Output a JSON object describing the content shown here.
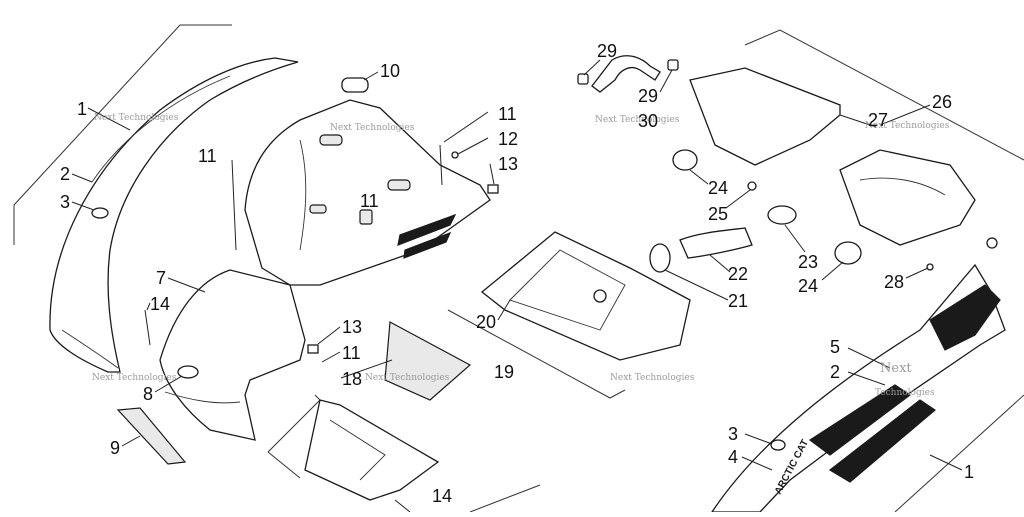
{
  "colors": {
    "line": "#1a1a1a",
    "background": "#ffffff",
    "watermark": "#9a9a9a"
  },
  "callouts": [
    {
      "id": "c1a",
      "text": "1"
    },
    {
      "id": "c2a",
      "text": "2"
    },
    {
      "id": "c3a",
      "text": "3"
    },
    {
      "id": "c7",
      "text": "7"
    },
    {
      "id": "c8",
      "text": "8"
    },
    {
      "id": "c9",
      "text": "9"
    },
    {
      "id": "c10",
      "text": "10"
    },
    {
      "id": "c11a",
      "text": "11"
    },
    {
      "id": "c11b",
      "text": "11"
    },
    {
      "id": "c11c",
      "text": "11"
    },
    {
      "id": "c11d",
      "text": "11"
    },
    {
      "id": "c12",
      "text": "12"
    },
    {
      "id": "c13a",
      "text": "13"
    },
    {
      "id": "c13b",
      "text": "13"
    },
    {
      "id": "c14a",
      "text": "14"
    },
    {
      "id": "c14b",
      "text": "14"
    },
    {
      "id": "c18",
      "text": "18"
    },
    {
      "id": "c19",
      "text": "19"
    },
    {
      "id": "c20",
      "text": "20"
    },
    {
      "id": "c21",
      "text": "21"
    },
    {
      "id": "c22",
      "text": "22"
    },
    {
      "id": "c23",
      "text": "23"
    },
    {
      "id": "c24a",
      "text": "24"
    },
    {
      "id": "c24b",
      "text": "24"
    },
    {
      "id": "c25",
      "text": "25"
    },
    {
      "id": "c26",
      "text": "26"
    },
    {
      "id": "c27",
      "text": "27"
    },
    {
      "id": "c28",
      "text": "28"
    },
    {
      "id": "c29a",
      "text": "29"
    },
    {
      "id": "c29b",
      "text": "29"
    },
    {
      "id": "c30",
      "text": "30"
    },
    {
      "id": "c5",
      "text": "5"
    },
    {
      "id": "c2b",
      "text": "2"
    },
    {
      "id": "c3b",
      "text": "3"
    },
    {
      "id": "c4",
      "text": "4"
    },
    {
      "id": "c1b",
      "text": "1"
    }
  ],
  "watermark": {
    "line1": "Next",
    "line2": "Next Technologies",
    "line3": "Technologies"
  },
  "decal": {
    "brand": "ARCTIC CAT"
  }
}
